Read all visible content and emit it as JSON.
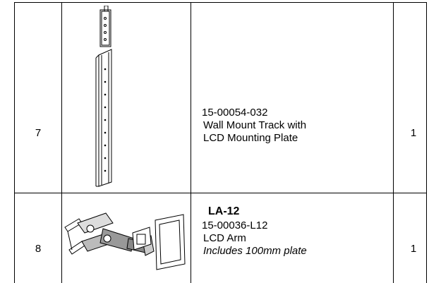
{
  "rows": [
    {
      "item": "7",
      "part_number": "15-00054-032",
      "description_lines": [
        "Wall Mount Track with",
        "LCD Mounting Plate"
      ],
      "qty": "1",
      "image_icon": "wall-mount-track-illustration"
    },
    {
      "item": "8",
      "model": "LA-12",
      "part_number": "15-00036-L12",
      "description": "LCD Arm",
      "note": "Includes 100mm plate",
      "qty": "1",
      "image_icon": "lcd-arm-illustration"
    }
  ]
}
